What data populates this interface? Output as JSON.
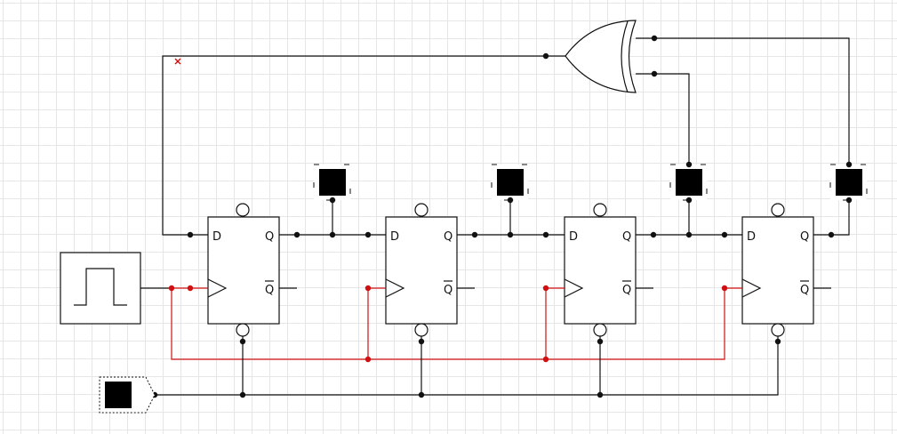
{
  "canvas": {
    "grid": true,
    "background": "#ffffff"
  },
  "colors": {
    "wire": "#111111",
    "active_wire": "#d01010",
    "lamp": "#000000"
  },
  "flip_flops": [
    {
      "id": "ff1",
      "d_label": "D",
      "q_label": "Q",
      "qbar_label": "Q"
    },
    {
      "id": "ff2",
      "d_label": "D",
      "q_label": "Q",
      "qbar_label": "Q"
    },
    {
      "id": "ff3",
      "d_label": "D",
      "q_label": "Q",
      "qbar_label": "Q"
    },
    {
      "id": "ff4",
      "d_label": "D",
      "q_label": "Q",
      "qbar_label": "Q"
    }
  ],
  "output_lamps": [
    {
      "id": "lamp1",
      "state": "on"
    },
    {
      "id": "lamp2",
      "state": "on"
    },
    {
      "id": "lamp3",
      "state": "on"
    },
    {
      "id": "lamp4",
      "state": "on"
    }
  ],
  "clock_source": {
    "icon": "pulse-waveform-icon"
  },
  "reset_button": {
    "icon": "pushbutton-icon"
  },
  "feedback_gate": {
    "type": "XOR"
  },
  "error_marker": {
    "icon": "red-x-icon"
  }
}
